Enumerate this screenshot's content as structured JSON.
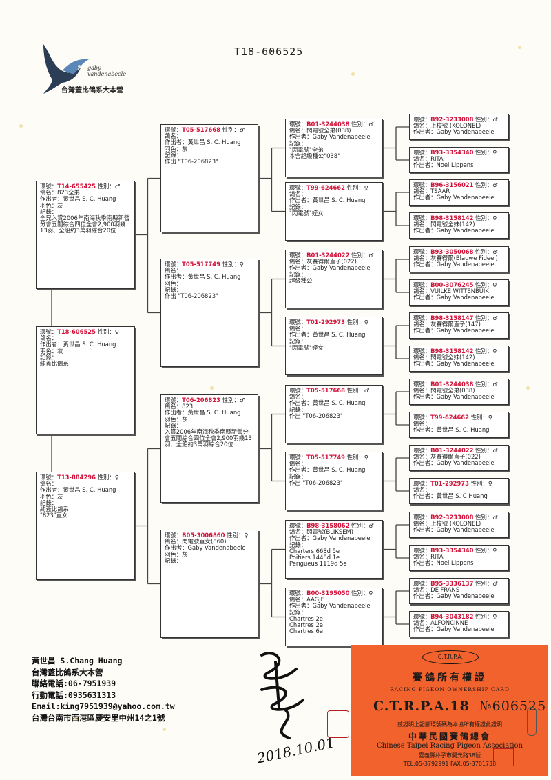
{
  "document_id": "T18-606525",
  "logo": {
    "script_text": "gaby vandenabeele",
    "cn_text": "台灣蓋比鴿系大本營"
  },
  "labels": {
    "ring": "環號：",
    "sex": "性別：",
    "name": "鴿名：",
    "breeder": "作出者：",
    "color": "羽色：",
    "record": "記錄："
  },
  "gen1": [
    {
      "ring": "T14-655425",
      "sex": "♂",
      "name": "823全弟",
      "breeder": "黃世昌 S. C. Huang",
      "color": "灰",
      "notes": [
        "全兄入賞2006年南海秋季南縣新營分會五關綜合四位全會2,900羽幾13羽、全船約3萬羽綜合20位"
      ]
    },
    {
      "ring": "T18-606525",
      "sex": "♀",
      "name": "",
      "breeder": "黃世昌 S. C. Huang",
      "color": "灰",
      "notes": [
        "純蓋比鴿系"
      ]
    },
    {
      "ring": "T13-884296",
      "sex": "♀",
      "name": "",
      "breeder": "黃世昌 S. C. Huang",
      "color": "灰",
      "notes": [
        "純蓋比鴿系",
        "\"823\"直女"
      ]
    }
  ],
  "gen2": [
    {
      "ring": "T05-517668",
      "sex": "♂",
      "name": "",
      "breeder": "黃世昌 S. C. Huang",
      "color": "灰",
      "notes": [
        "作出 \"T06-206823\""
      ]
    },
    {
      "ring": "T05-517749",
      "sex": "♀",
      "name": "",
      "breeder": "黃世昌 S. C. Huang",
      "color": "",
      "notes": [
        "作出 \"T06-206823\""
      ]
    },
    {
      "ring": "T06-206823",
      "sex": "♂",
      "name": "823",
      "breeder": "黃世昌 S. C. Huang",
      "color": "灰",
      "notes": [
        "入賞2006年南海秋季南縣新營分會五關綜合四位全會2,900羽幾13羽、全船約3萬羽綜合20位"
      ]
    },
    {
      "ring": "B05-3006860",
      "sex": "♀",
      "name": "閃電號直女(860)",
      "breeder": "Gaby Vandenabeele",
      "color": "灰",
      "notes": []
    }
  ],
  "gen3": [
    {
      "ring": "B01-3244038",
      "sex": "♂",
      "name": "閃電號全弟(038)",
      "breeder": "Gaby Vandenabeele",
      "notes": [
        "\"閃電號\"全弟",
        "本舍超級種公\"038\""
      ]
    },
    {
      "ring": "T99-624662",
      "sex": "♀",
      "name": "",
      "breeder": "黃世昌 S. C. Huang",
      "notes": [
        "\"閃電號\"姪女"
      ]
    },
    {
      "ring": "B01-3244022",
      "sex": "♂",
      "name": "灰賽得爾直子(022)",
      "breeder": "Gaby Vandenabeele",
      "notes": [
        "超級種公"
      ]
    },
    {
      "ring": "T01-292973",
      "sex": "♀",
      "name": "",
      "breeder": "黃世昌 S. C. Huang",
      "notes": [
        "\"閃電號\"姪女"
      ]
    },
    {
      "ring": "T05-517668",
      "sex": "♂",
      "name": "",
      "breeder": "黃世昌 S. C. Huang",
      "notes": [
        "作出 \"T06-206823\""
      ]
    },
    {
      "ring": "T05-517749",
      "sex": "♀",
      "name": "",
      "breeder": "黃世昌 S. C. Huang",
      "notes": [
        "作出 \"T06-206823\""
      ]
    },
    {
      "ring": "B98-3158062",
      "sex": "♂",
      "name": "閃電號(BLIKSEM)",
      "breeder": "Gaby Vandenabeele",
      "notes": [
        "Charters 668d 5e",
        "Poitiers 1448d 1e",
        "Perigueus 1119d 5e"
      ]
    },
    {
      "ring": "B00-3195050",
      "sex": "♀",
      "name": "AAGJE",
      "breeder": "Gaby Vandenabeele",
      "notes": [
        "Chartres 2e",
        "Chartres 2e",
        "Chartres 6e"
      ]
    }
  ],
  "gen4": [
    {
      "ring": "B92-3233008",
      "sex": "♂",
      "name": "上校號 (KOLONEL)",
      "breeder": "Gaby Vandenabeele"
    },
    {
      "ring": "B93-3354340",
      "sex": "♀",
      "name": "RITA",
      "breeder": "Noel Lippens"
    },
    {
      "ring": "B96-3156021",
      "sex": "♂",
      "name": "TSAAR",
      "breeder": "Gaby Vandenabeele"
    },
    {
      "ring": "B98-3158142",
      "sex": "♀",
      "name": "閃電號全妹(142)",
      "breeder": "Gaby Vandenabeele"
    },
    {
      "ring": "B93-3050068",
      "sex": "♂",
      "name": "灰賽得爾(Blauwe Fideel)",
      "breeder": "Gaby Vandenabeele"
    },
    {
      "ring": "B00-3076245",
      "sex": "♀",
      "name": "VUILKE WITTENBUIK",
      "breeder": "Gaby Vandenabeele"
    },
    {
      "ring": "B98-3158147",
      "sex": "♂",
      "name": "灰賽得爾直子(147)",
      "breeder": "Gaby Vandenabeele"
    },
    {
      "ring": "B98-3158142",
      "sex": "♀",
      "name": "閃電號全妹(142)",
      "breeder": "Gaby Vandenabeele"
    },
    {
      "ring": "B01-3244038",
      "sex": "♂",
      "name": "閃電號全弟(038)",
      "breeder": "Gaby Vandenabeele"
    },
    {
      "ring": "T99-624662",
      "sex": "♀",
      "name": "",
      "breeder": "黃世昌 S. C. Huang"
    },
    {
      "ring": "B01-3244022",
      "sex": "♂",
      "name": "灰賽得爾直子(022)",
      "breeder": "Gaby Vandenabeele"
    },
    {
      "ring": "T01-292973",
      "sex": "♀",
      "name": "",
      "breeder": "黃世昌 S. C Huang"
    },
    {
      "ring": "B92-3233008",
      "sex": "♂",
      "name": "上校號 (KOLONEL)",
      "breeder": "Gaby Vandenabeele"
    },
    {
      "ring": "B93-3354340",
      "sex": "♀",
      "name": "RITA",
      "breeder": "Noel Lippens"
    },
    {
      "ring": "B95-3336137",
      "sex": "♂",
      "name": "DE FRANS",
      "breeder": "Gaby Vandenabeele"
    },
    {
      "ring": "B94-3043182",
      "sex": "♀",
      "name": "ALFONCINNE",
      "breeder": "Gaby Vandenabeele"
    }
  ],
  "contact": {
    "name": "黃世昌 S.Chang Huang",
    "loft": "台灣蓋比鴿系大本營",
    "phone": "聯絡電話:06-7951939",
    "mobile": "行動電話:0935631313",
    "email": "Email:king7951939@yahoo.com.tw",
    "address": "台灣台南市西港區慶安里中州14之1號"
  },
  "card": {
    "badge": "C.T.R.P.A.",
    "title_cn": "賽鴿所有權證",
    "title_en": "RACING PIGEON OWNERSHIP CARD",
    "prefix": "C.T.R.P.A.18",
    "number": "№606525",
    "certify": "茲證明上記腳環號碼為本協所有權證此證明",
    "assoc_cn": "中華民國賽鴿總會",
    "assoc_en": "Chinese Taipei Racing Pigeon Association",
    "address": "嘉義縣朴子市開元路38號",
    "tel": "TEL:05-3792991   FAX:05-3701733"
  },
  "signature_date": "2018.10.01",
  "colors": {
    "ring": "#d2143a",
    "card": "#f2622c",
    "paper": "#fdfcf6"
  }
}
